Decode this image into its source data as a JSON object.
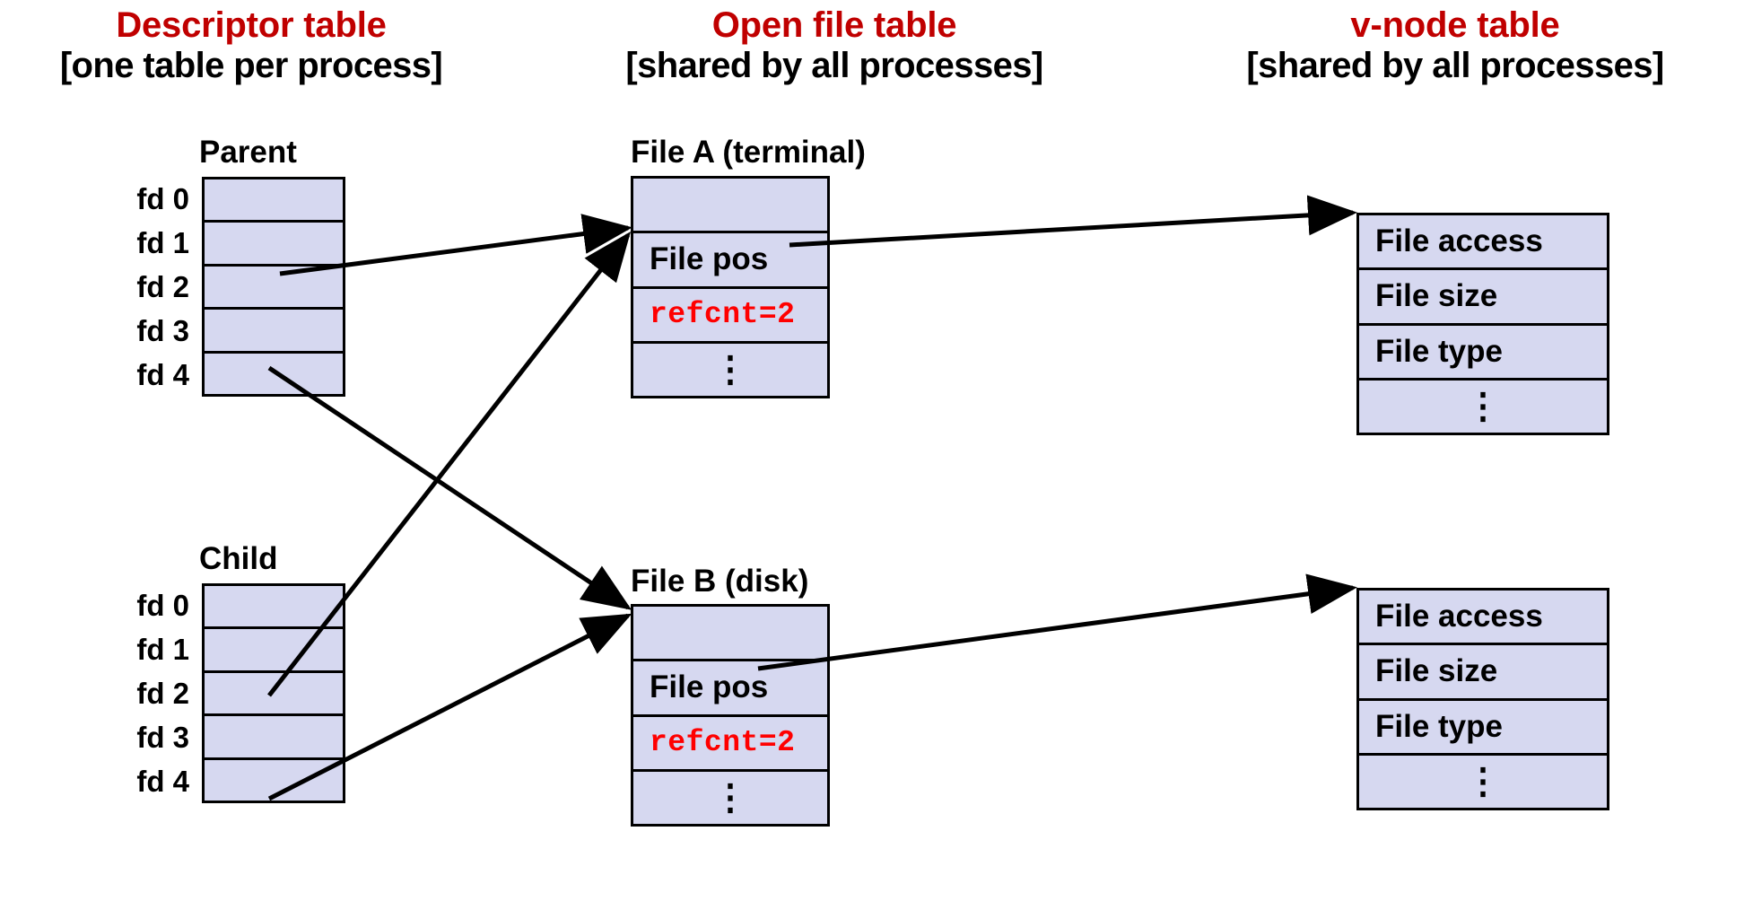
{
  "headers": [
    {
      "title": "Descriptor table",
      "subtitle": "[one table per process]"
    },
    {
      "title": "Open file table",
      "subtitle": "[shared by all processes]"
    },
    {
      "title": "v-node table",
      "subtitle": "[shared by all processes]"
    }
  ],
  "descriptor_tables": [
    {
      "caption": "Parent",
      "fd_labels": [
        "fd 0",
        "fd 1",
        "fd 2",
        "fd 3",
        "fd 4"
      ]
    },
    {
      "caption": "Child",
      "fd_labels": [
        "fd 0",
        "fd 1",
        "fd 2",
        "fd 3",
        "fd 4"
      ]
    }
  ],
  "open_file_tables": [
    {
      "caption": "File A (terminal)",
      "rows": [
        "",
        "File pos",
        "refcnt=2",
        "⋮"
      ]
    },
    {
      "caption": "File B (disk)",
      "rows": [
        "",
        "File pos",
        "refcnt=2",
        "⋮"
      ]
    }
  ],
  "vnode_tables": [
    {
      "rows": [
        "File access",
        "File size",
        "File type",
        "⋮"
      ]
    },
    {
      "rows": [
        "File access",
        "File size",
        "File type",
        "⋮"
      ]
    }
  ],
  "colors": {
    "heading_red": "#c00000",
    "cell_fill": "#d6d8f0",
    "border": "#000000",
    "refcnt_red": "#ff0000"
  }
}
